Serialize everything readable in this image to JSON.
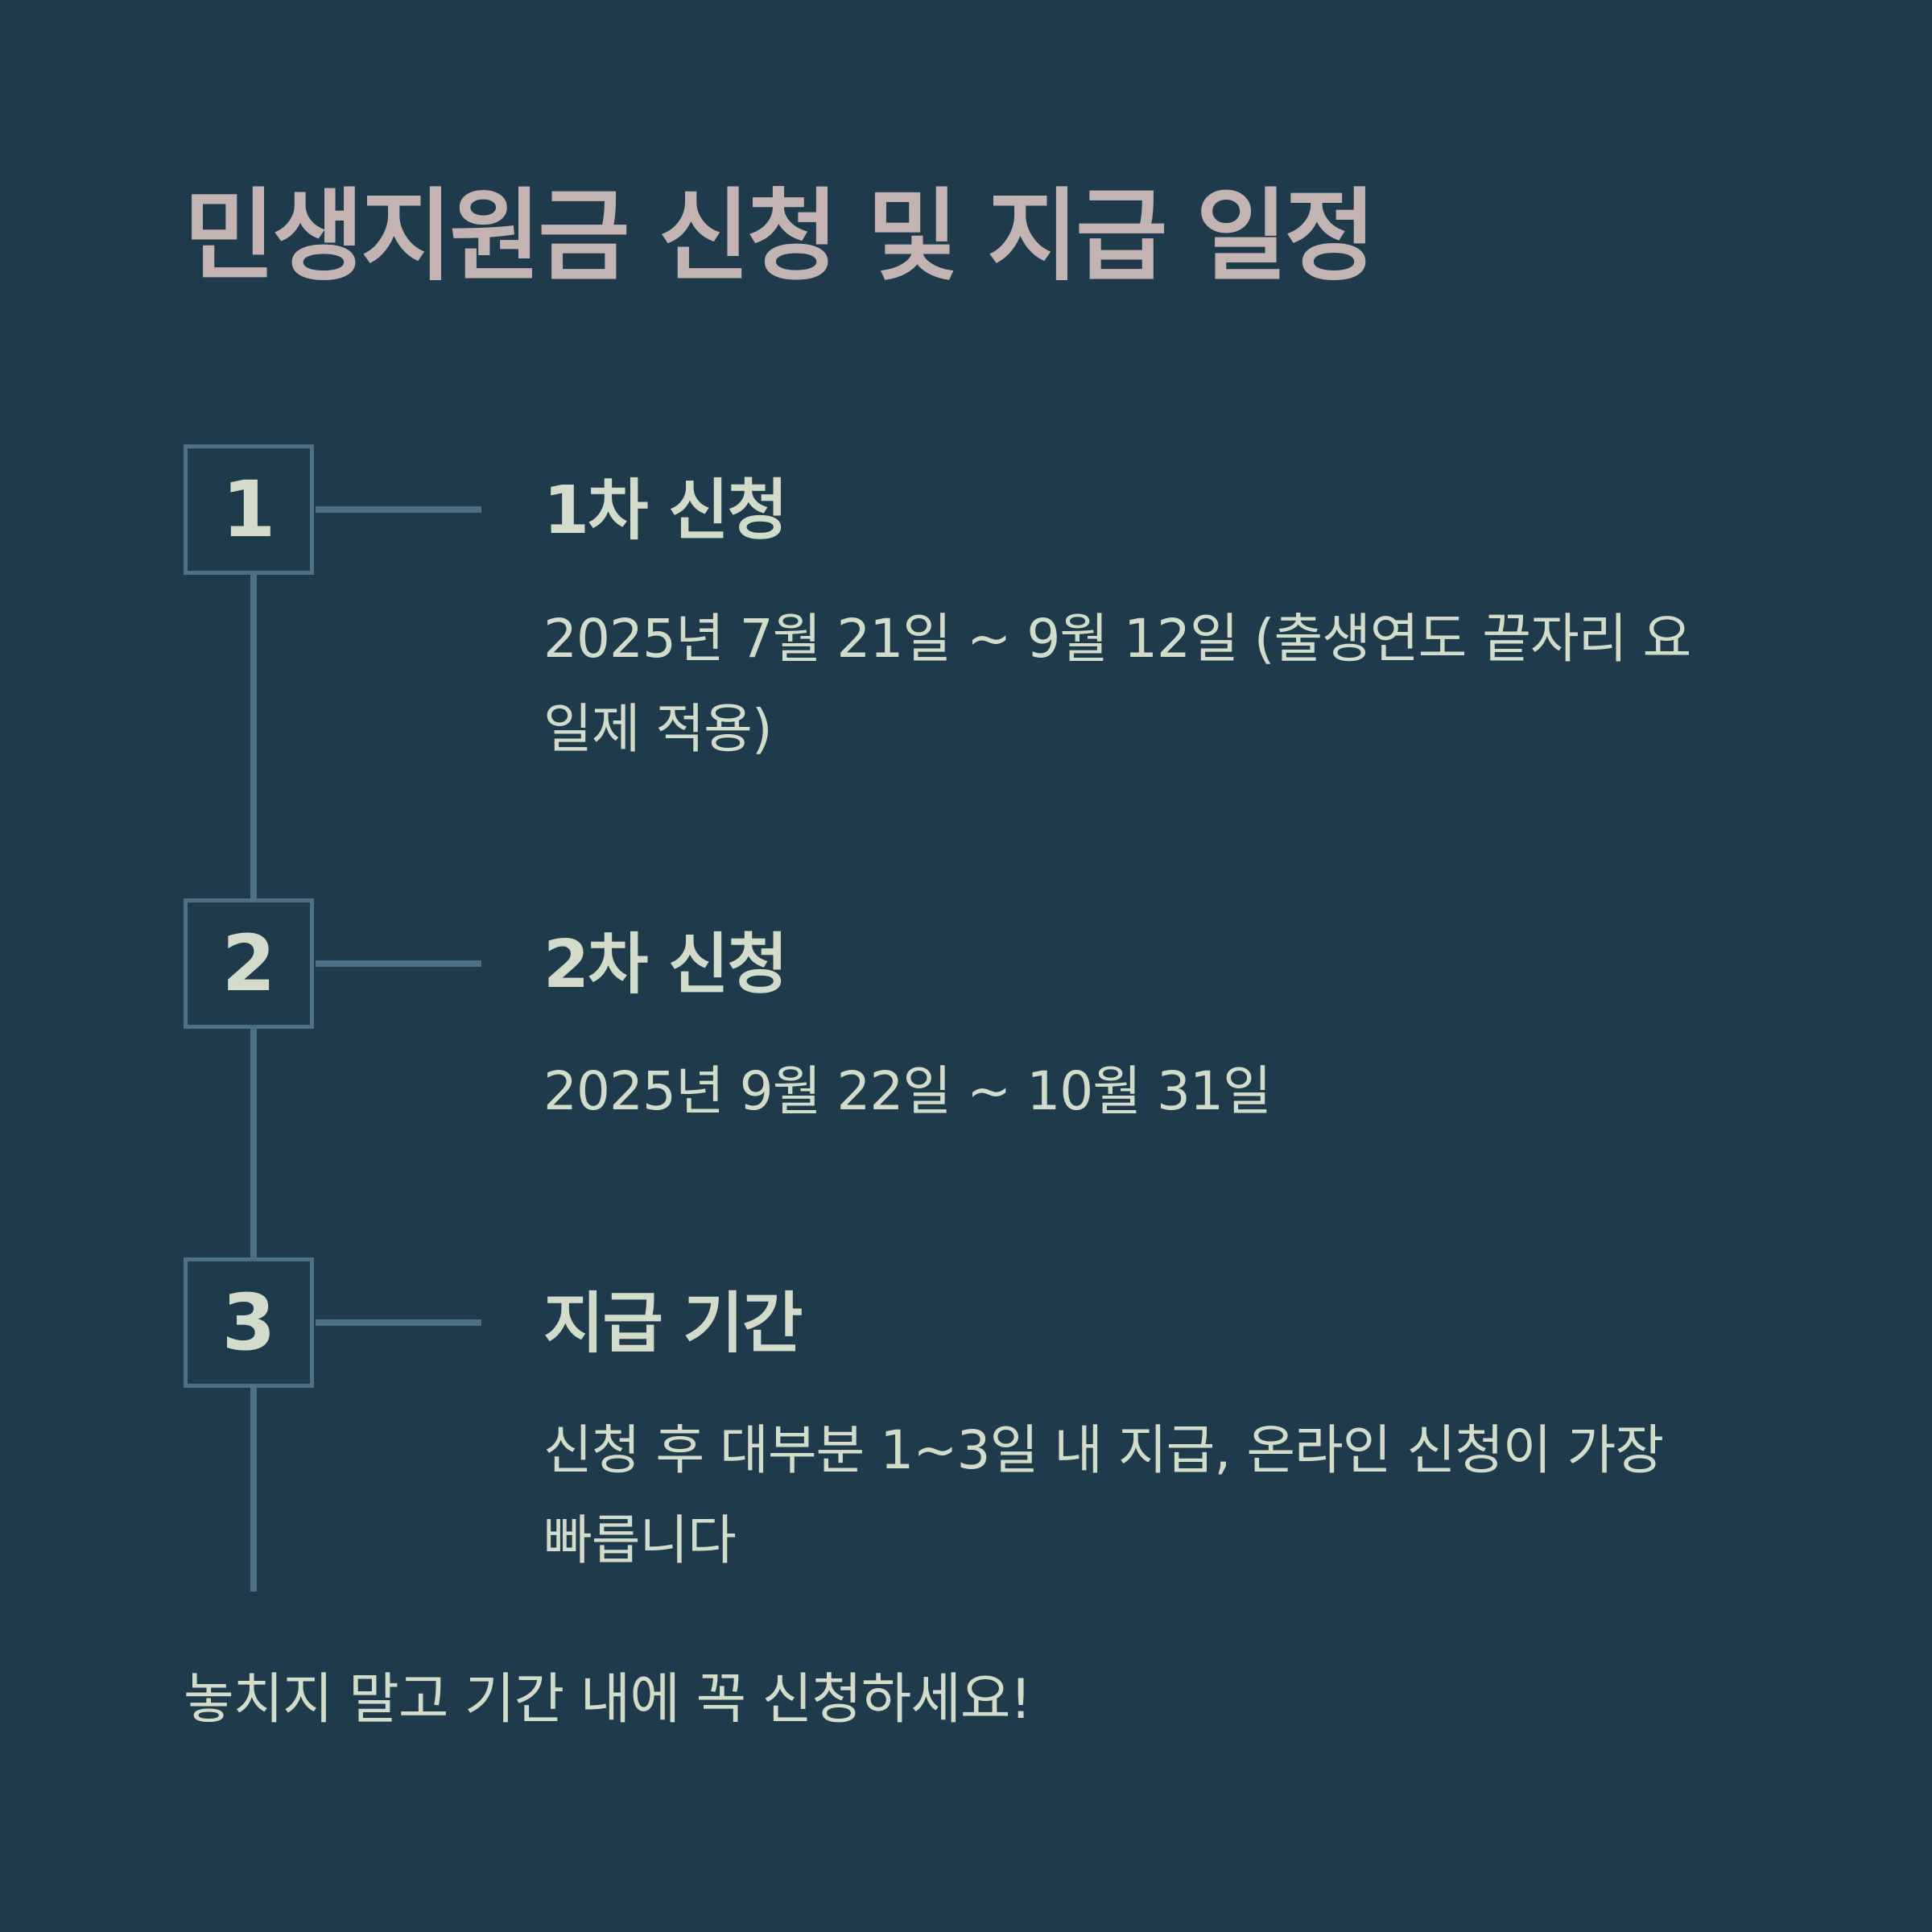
{
  "title": "민생지원금 신청 및 지급 일정",
  "steps": [
    {
      "number": "1",
      "title": "1차 신청",
      "description": "2025년 7월 21일 ~ 9월 12일 (출생연도 끝자리 요일제 적용)"
    },
    {
      "number": "2",
      "title": "2차 신청",
      "description": "2025년 9월 22일 ~ 10월 31일"
    },
    {
      "number": "3",
      "title": "지급 기간",
      "description": "신청 후 대부분 1~3일 내 지급, 온라인 신청이 가장 빠릅니다"
    }
  ],
  "footer": "놓치지 말고 기간 내에 꼭 신청하세요!",
  "colors": {
    "background": "#1f3b4b",
    "title": "#c4b3b3",
    "text": "#d3dccb",
    "line": "#4d7084"
  }
}
